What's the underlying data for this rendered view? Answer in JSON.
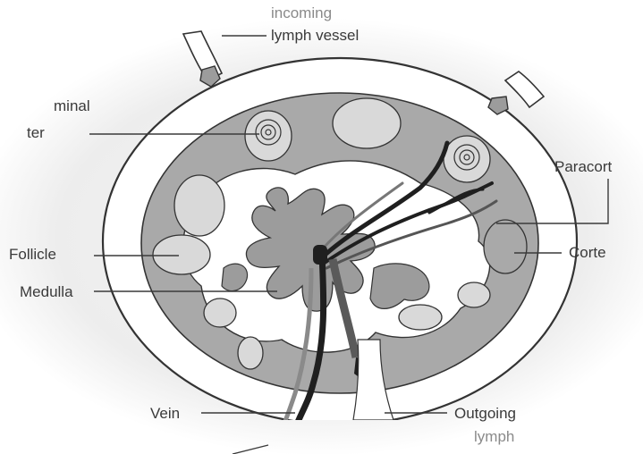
{
  "labels": {
    "incoming_line1": "incoming",
    "incoming_line2": "lymph vessel",
    "germinal_line1": "minal",
    "germinal_line2": "ter",
    "paracortex": "Paracort",
    "follicle": "Follicle",
    "cortex": "Corte",
    "medulla": "Medulla",
    "vein": "Vein",
    "outgoing_line1": "Outgoing",
    "outgoing_line2": "lymph"
  },
  "colors": {
    "background_glow": "#ececec",
    "capsule": "#ffffff",
    "cortex": "#a9a9a9",
    "medulla": "#9c9c9c",
    "follicle": "#d9d9d9",
    "outline": "#333333",
    "vessel_dark": "#1f1f1f",
    "label_text": "#3a3a3a"
  }
}
